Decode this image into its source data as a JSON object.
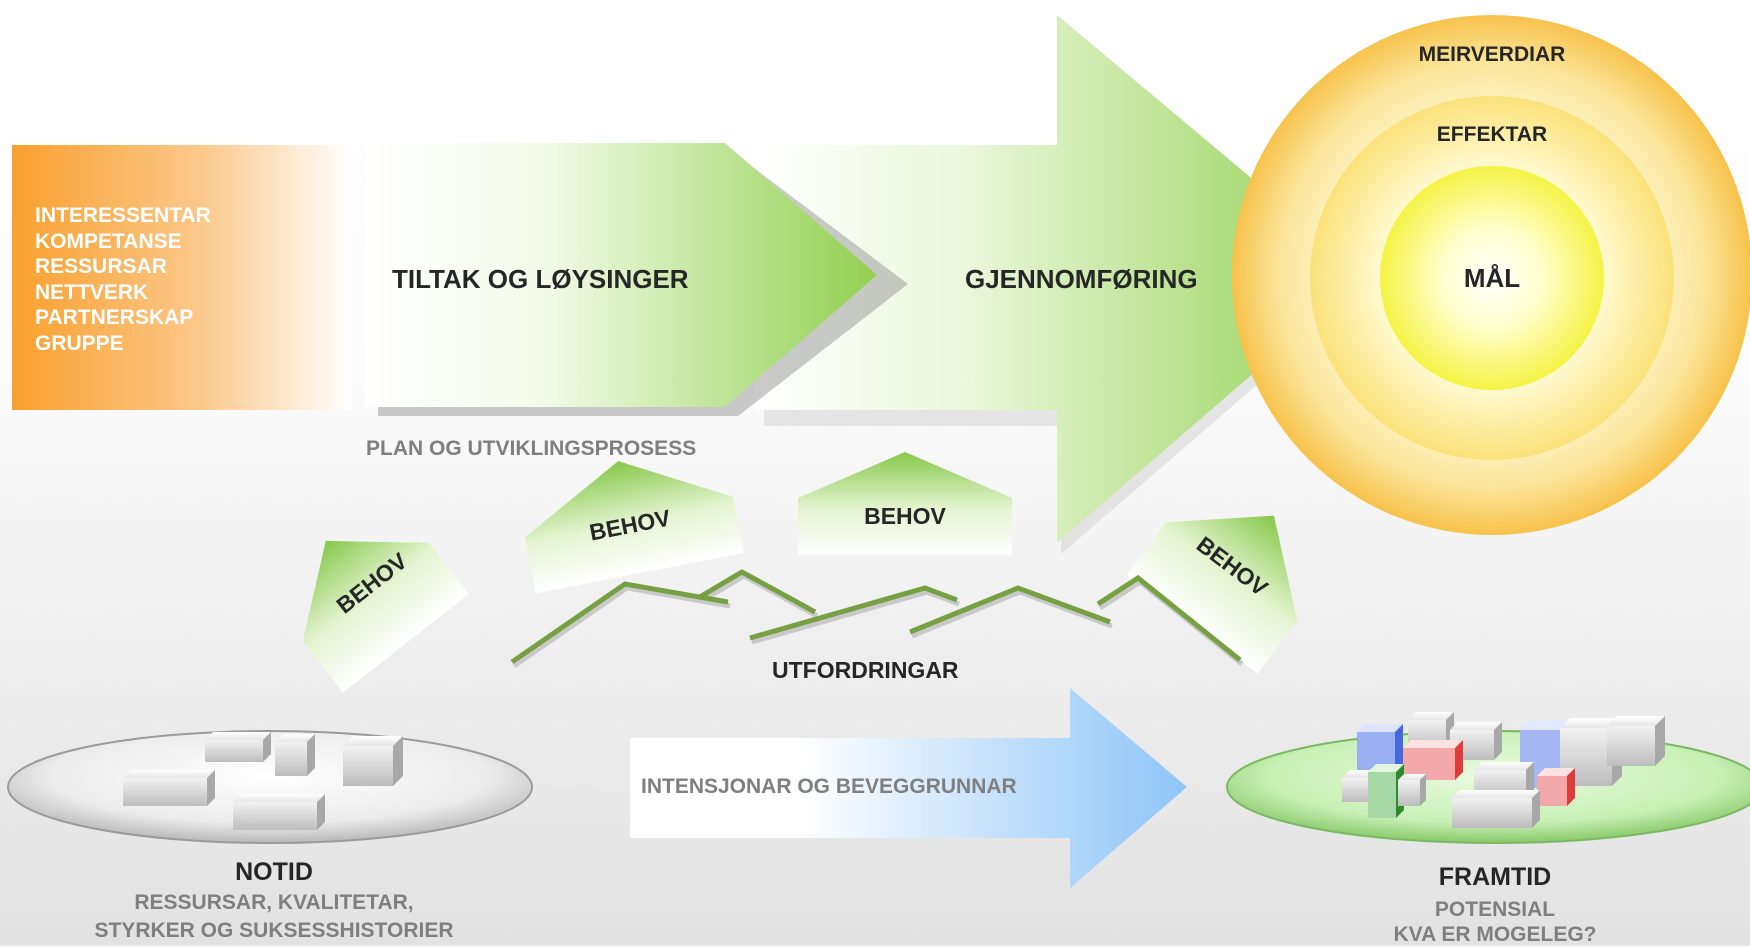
{
  "resources": {
    "items": [
      "INTERESSENTAR",
      "KOMPETANSE",
      "RESSURSAR",
      "NETTVERK",
      "PARTNERSKAP",
      "GRUPPE"
    ]
  },
  "process": {
    "first_arrow": "TILTAK OG LØYSINGER",
    "main_arrow": "GJENNOMFØRING",
    "caption": "PLAN OG UTVIKLINGSPROSESS"
  },
  "goal_circles": {
    "outer": "MEIRVERDIAR",
    "middle": "EFFEKTAR",
    "inner": "MÅL"
  },
  "needs": [
    "BEHOV",
    "BEHOV",
    "BEHOV",
    "BEHOV"
  ],
  "challenges": "UTFORDRINGAR",
  "motivation_arrow": "INTENSJONAR OG BEVEGGRUNNAR",
  "present": {
    "title": "NOTID",
    "line1": "RESSURSAR, KVALITETAR,",
    "line2": "STYRKER OG SUKSESSHISTORIER"
  },
  "future": {
    "title": "FRAMTID",
    "line1": "POTENSIAL",
    "line2": "KVA ER  MOGELEG?"
  },
  "colors": {
    "orange": "#f9a43a",
    "green": "#92d050",
    "yellow": "#ffff66",
    "gold": "#f7c34a",
    "blue": "#8ec5f5",
    "mountain": "#77a043"
  }
}
